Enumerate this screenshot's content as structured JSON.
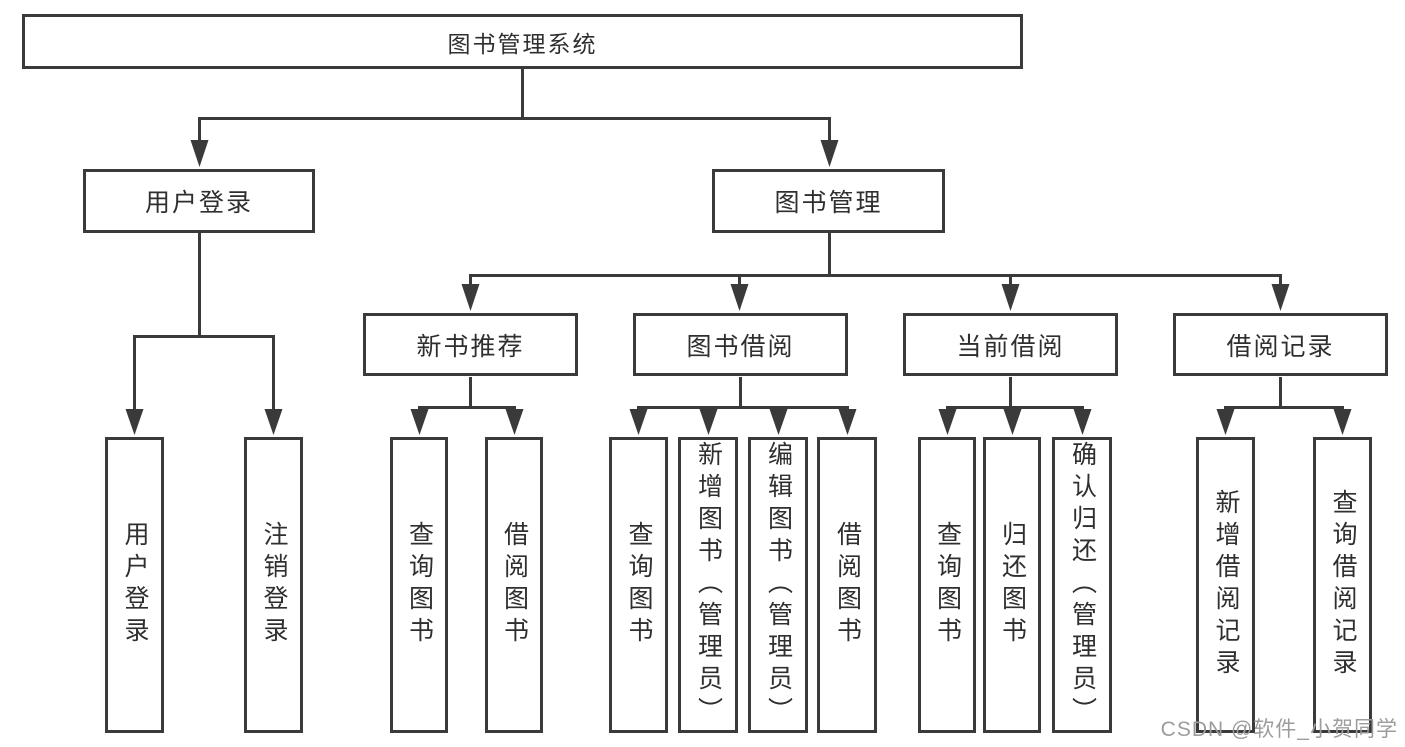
{
  "diagram": {
    "title": "图书管理系统",
    "branches": [
      {
        "label": "用户登录",
        "children": [
          {
            "label": "用户登录"
          },
          {
            "label": "注销登录"
          }
        ]
      },
      {
        "label": "图书管理",
        "children": [
          {
            "label": "新书推荐",
            "children": [
              {
                "label": "查询图书"
              },
              {
                "label": "借阅图书"
              }
            ]
          },
          {
            "label": "图书借阅",
            "children": [
              {
                "label": "查询图书"
              },
              {
                "label": "新增图书（管理员）"
              },
              {
                "label": "编辑图书（管理员）"
              },
              {
                "label": "借阅图书"
              }
            ]
          },
          {
            "label": "当前借阅",
            "children": [
              {
                "label": "查询图书"
              },
              {
                "label": "归还图书"
              },
              {
                "label": "确认归还（管理员）"
              }
            ]
          },
          {
            "label": "借阅记录",
            "children": [
              {
                "label": "新增借阅记录"
              },
              {
                "label": "查询借阅记录"
              }
            ]
          }
        ]
      }
    ]
  },
  "watermark": "CSDN @软件_小贺同学",
  "colors": {
    "line": "#3a3a3a",
    "text": "#2f2f2f",
    "box_background": "#ffffff",
    "watermark": "#9c9c9c"
  }
}
